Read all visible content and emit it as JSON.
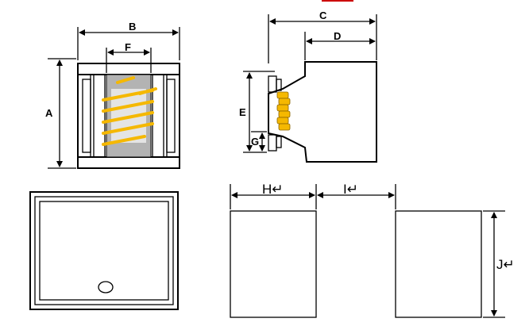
{
  "labels": {
    "a": "A",
    "b": "B",
    "c": "C",
    "d": "D",
    "e": "E",
    "f": "F",
    "g": "G",
    "h": "H↵",
    "i": "I↵",
    "j": "J↵"
  },
  "colors": {
    "coil": "#f5b800",
    "core": "#b3b3b3",
    "core_light": "#e4e4e4",
    "terminal": "#d9d9d9",
    "top_mark": "#cc0000"
  }
}
